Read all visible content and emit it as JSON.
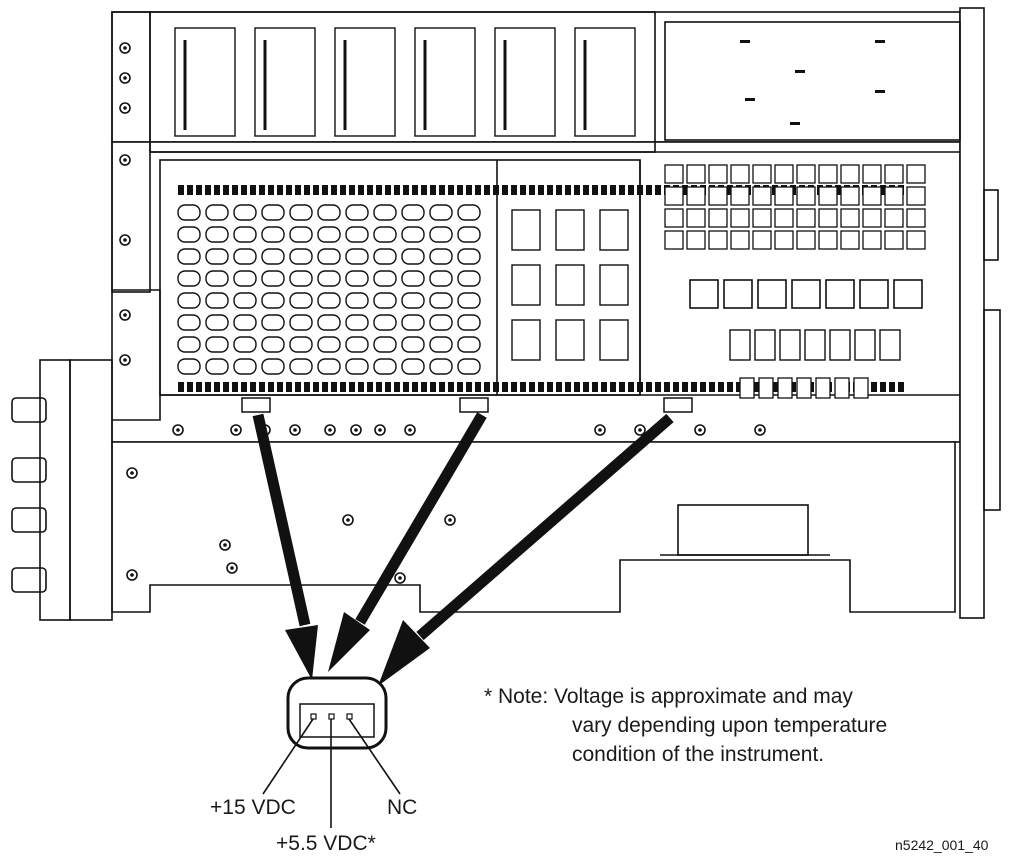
{
  "diagram": {
    "pin_labels": {
      "pin1": "+15 VDC",
      "pin2": "+5.5 VDC*",
      "pin3": "NC"
    },
    "note": {
      "line1": "* Note: Voltage is approximate and may",
      "line2": "vary depending upon temperature",
      "line3": "condition of the instrument."
    },
    "figure_id": "n5242_001_40"
  }
}
